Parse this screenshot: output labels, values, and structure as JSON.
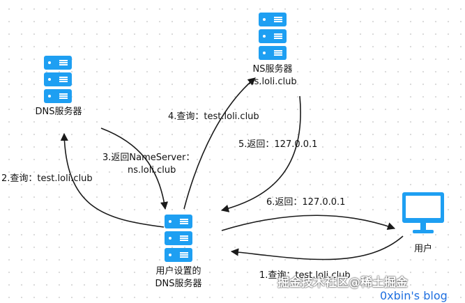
{
  "nodes": {
    "dns_server": {
      "label": "DNS服务器"
    },
    "ns_server": {
      "label_line1": "NS服务器",
      "label_line2": "ns.loli.club"
    },
    "user_dns": {
      "label_line1": "用户设置的",
      "label_line2": "DNS服务器"
    },
    "user": {
      "label": "用户"
    }
  },
  "steps": {
    "step1": "1.查询：test.loli.club",
    "step2": "2.查询：test.loli.club",
    "step3_line1": "3.返回NameServer：",
    "step3_line2": "ns.loli.club",
    "step4": "4.查询：test.loli.club",
    "step5": "5.返回：127.0.0.1",
    "step6": "6.返回：127.0.0.1"
  },
  "watermark": {
    "text": "掘金技术社区@稀土掘金",
    "blog": "0xbin's blog"
  },
  "colors": {
    "icon": "#1e9ff2",
    "arrow": "#1a1a1a",
    "blog_link": "#1e6fe0"
  }
}
